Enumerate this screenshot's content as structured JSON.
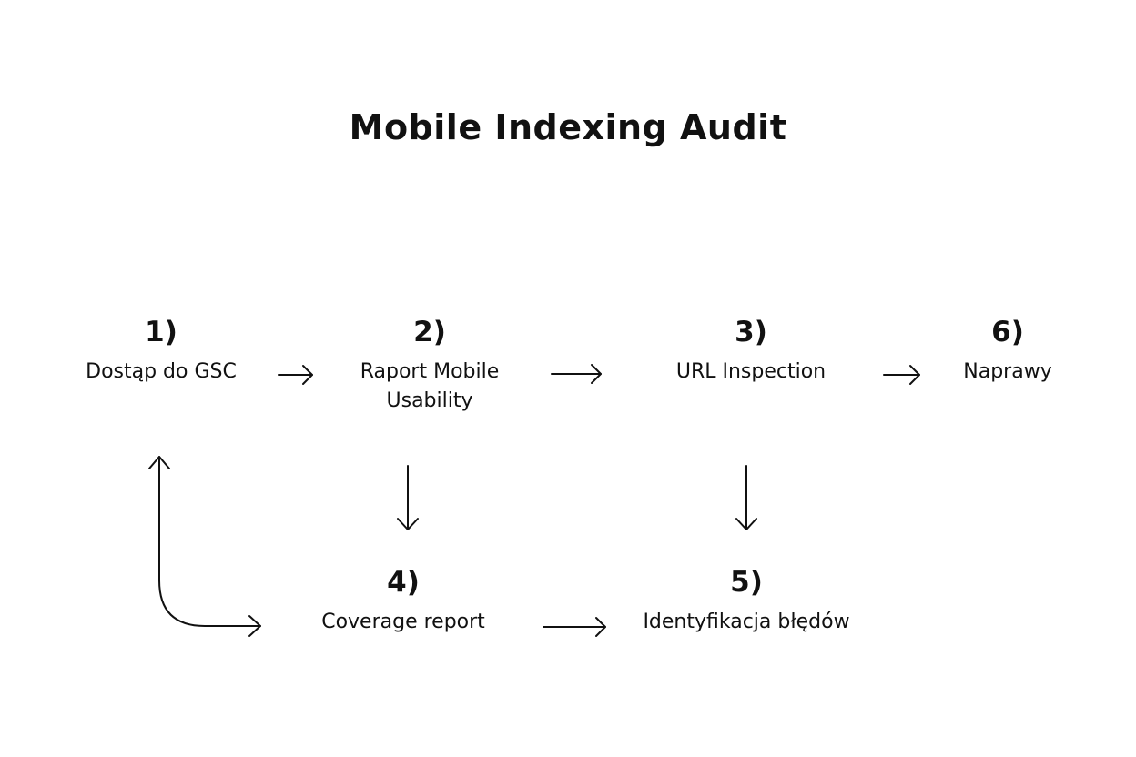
{
  "title": "Mobile Indexing Audit",
  "steps": [
    {
      "id": "step-1",
      "number": "1)",
      "label": "Dostąp do GSC"
    },
    {
      "id": "step-2",
      "number": "2)",
      "label": "Raport Mobile\nUsability"
    },
    {
      "id": "step-3",
      "number": "3)",
      "label": "URL Inspection"
    },
    {
      "id": "step-4",
      "number": "4)",
      "label": "Coverage report"
    },
    {
      "id": "step-5",
      "number": "5)",
      "label": "Identyfikacja błędów"
    },
    {
      "id": "step-6",
      "number": "6)",
      "label": "Naprawy"
    }
  ],
  "connections": [
    {
      "from": "step-1",
      "to": "step-2"
    },
    {
      "from": "step-2",
      "to": "step-3"
    },
    {
      "from": "step-3",
      "to": "step-6"
    },
    {
      "from": "step-2",
      "to": "step-4"
    },
    {
      "from": "step-3",
      "to": "step-5"
    },
    {
      "from": "step-4",
      "to": "step-5"
    },
    {
      "from": "step-4",
      "to": "step-1"
    }
  ],
  "colors": {
    "stroke": "#111111",
    "background": "#ffffff"
  }
}
